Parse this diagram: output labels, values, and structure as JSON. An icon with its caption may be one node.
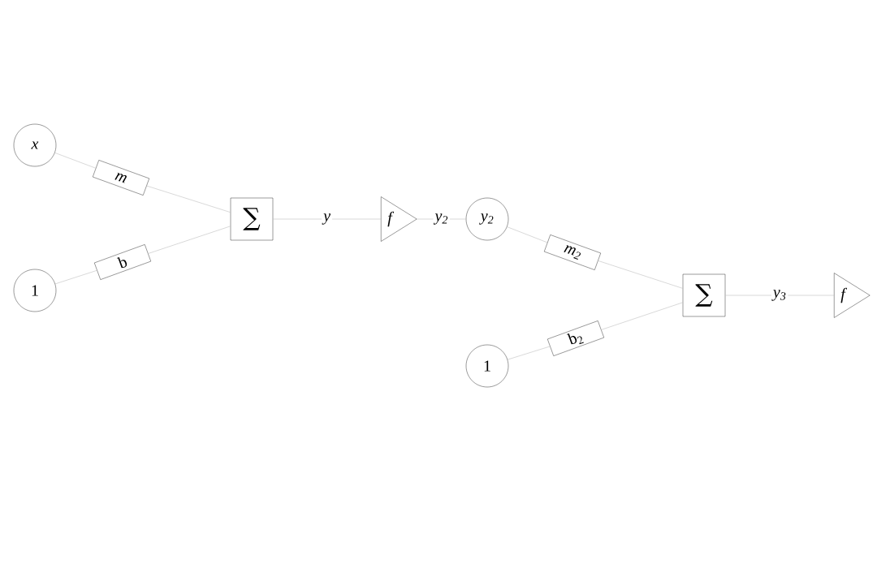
{
  "diagram": {
    "nodes": [
      {
        "text": [
          "x"
        ]
      },
      {
        "text": [
          "m"
        ]
      },
      {
        "text": [
          "1"
        ]
      },
      {
        "text": [
          "b"
        ]
      },
      {
        "text": [
          "∑"
        ]
      },
      {
        "text": [
          "f"
        ]
      },
      {
        "text": [
          "y$_{2}$"
        ]
      },
      {
        "text": [
          "m$_{2}$"
        ]
      },
      {
        "text": [
          "1"
        ]
      },
      {
        "text": [
          "b$_{2}$"
        ]
      },
      {
        "text": [
          "∑"
        ]
      },
      {
        "text": [
          "f"
        ]
      }
    ],
    "edges": [
      {
        "from": 0,
        "to": 1,
        "arrow": "none"
      },
      {
        "from": 1,
        "to": 4,
        "arrow": "none"
      },
      {
        "from": 2,
        "to": 3,
        "arrow": "none"
      },
      {
        "from": 3,
        "to": 4,
        "arrow": "none"
      },
      {
        "from": 4,
        "to": 5,
        "arrow": "none",
        "label": "y"
      },
      {
        "from": 5,
        "to": 6,
        "arrow": "none",
        "label": "y$_{2}$"
      },
      {
        "from": 6,
        "to": 7,
        "arrow": "none"
      },
      {
        "from": 7,
        "to": 10,
        "arrow": "none"
      },
      {
        "from": 8,
        "to": 9,
        "arrow": "none"
      },
      {
        "from": 9,
        "to": 10,
        "arrow": "none"
      },
      {
        "from": 10,
        "to": 11,
        "arrow": "none",
        "label": "y$_{3}$"
      }
    ]
  }
}
